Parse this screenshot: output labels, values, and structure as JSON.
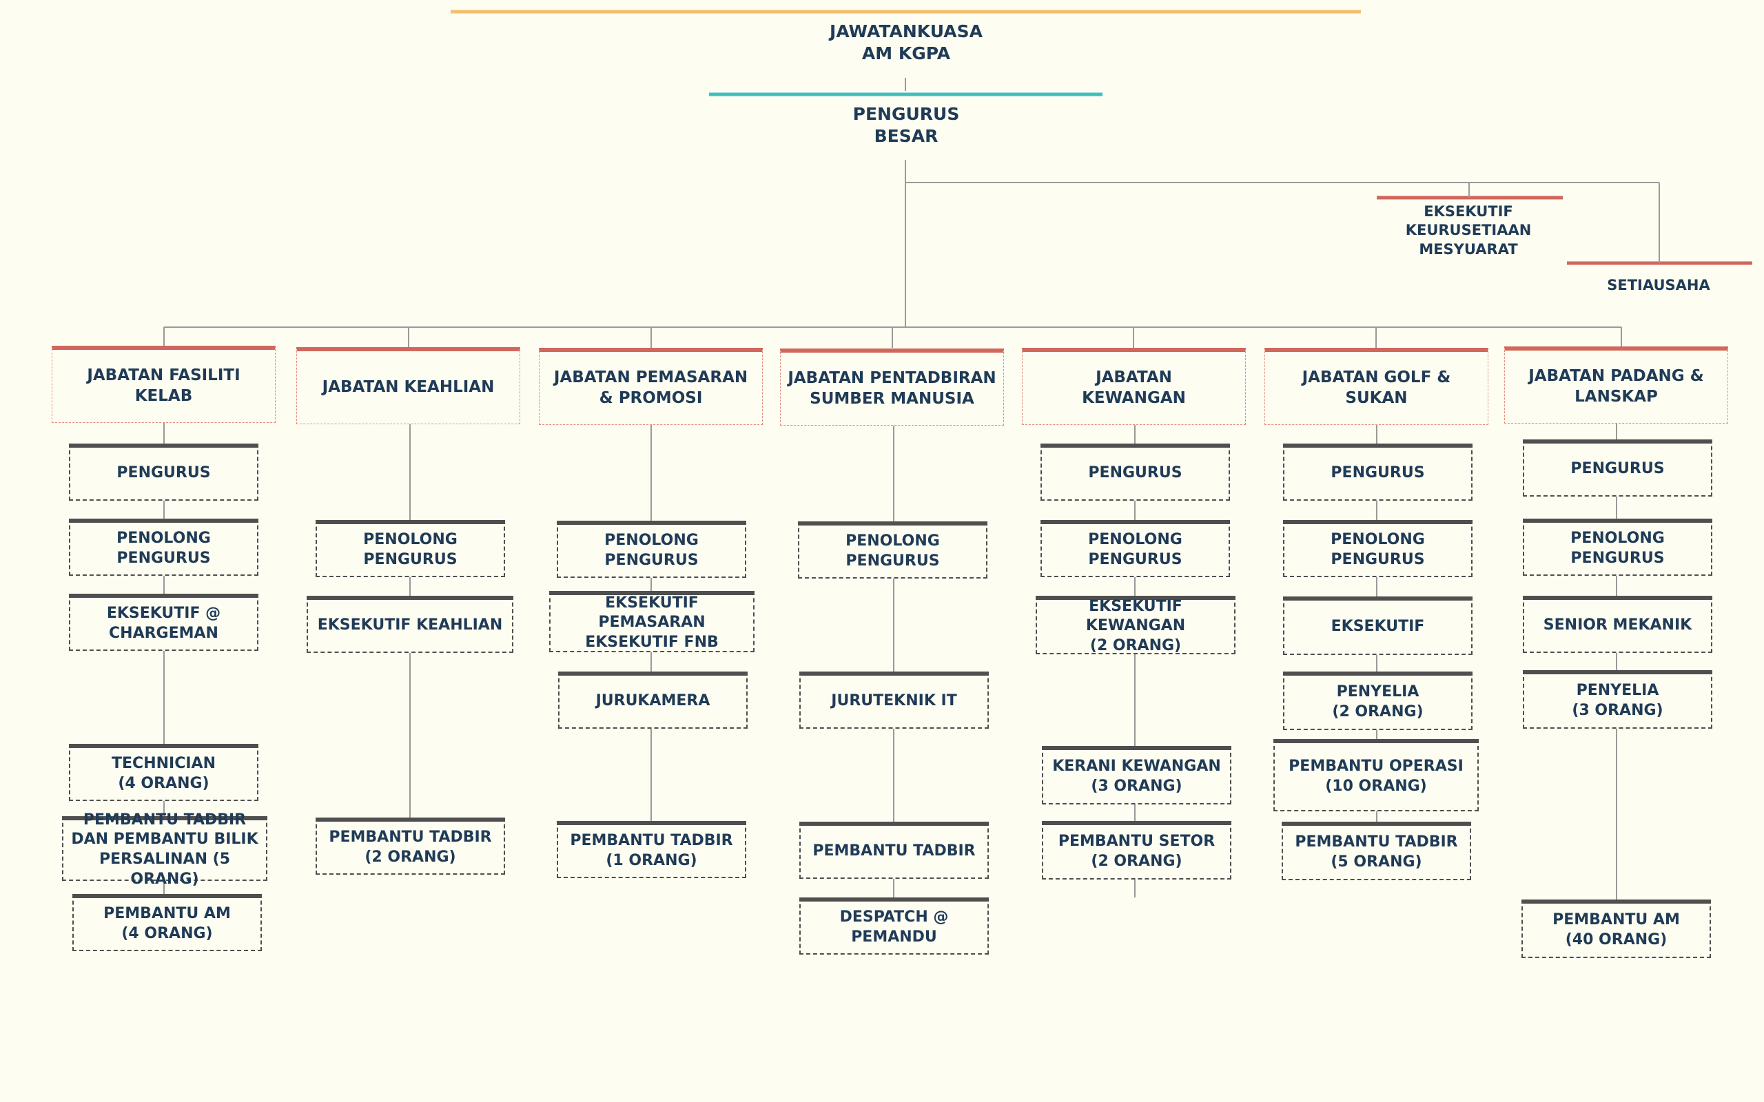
{
  "top": {
    "committee": "JAWATANKUASA\nAM KGPA",
    "general_manager": "PENGURUS\nBESAR",
    "exec_secretariat": "EKSEKUTIF\nKEURUSETIAAN\nMESYUARAT",
    "secretary": "SETIAUSAHA"
  },
  "colors": {
    "background": "#fefdf2",
    "text": "#1f3b57",
    "top_line": "#f3c06a",
    "gm_line": "#3cc1bf",
    "dept_accent": "#d0675c",
    "position_border": "#4f4f4f",
    "connector": "#9a9a9a"
  },
  "departments": [
    {
      "name": "JABATAN FASILITI\nKELAB",
      "positions": [
        "PENGURUS",
        "PENOLONG\nPENGURUS",
        "EKSEKUTIF @\nCHARGEMAN",
        "TECHNICIAN\n(4 ORANG)",
        "PEMBANTU TADBIR\nDAN PEMBANTU BILIK\nPERSALINAN (5 ORANG)",
        "PEMBANTU AM\n(4 ORANG)"
      ]
    },
    {
      "name": "JABATAN KEAHLIAN",
      "positions": [
        "PENOLONG\nPENGURUS",
        "EKSEKUTIF KEAHLIAN",
        "PEMBANTU TADBIR\n(2 ORANG)"
      ]
    },
    {
      "name": "JABATAN PEMASARAN\n& PROMOSI",
      "positions": [
        "PENOLONG\nPENGURUS",
        "EKSEKUTIF PEMASARAN\nEKSEKUTIF FNB",
        "JURUKAMERA",
        "PEMBANTU TADBIR\n(1 ORANG)"
      ]
    },
    {
      "name": "JABATAN PENTADBIRAN\nSUMBER MANUSIA",
      "positions": [
        "PENOLONG\nPENGURUS",
        "JURUTEKNIK IT",
        "PEMBANTU TADBIR",
        "DESPATCH @\nPEMANDU"
      ]
    },
    {
      "name": "JABATAN\nKEWANGAN",
      "positions": [
        "PENGURUS",
        "PENOLONG\nPENGURUS",
        "EKSEKUTIF KEWANGAN\n(2 ORANG)",
        "KERANI KEWANGAN\n(3 ORANG)",
        "PEMBANTU SETOR\n(2 ORANG)"
      ]
    },
    {
      "name": "JABATAN GOLF &\nSUKAN",
      "positions": [
        "PENGURUS",
        "PENOLONG\nPENGURUS",
        "EKSEKUTIF",
        "PENYELIA\n(2 ORANG)",
        "PEMBANTU OPERASI\n(10 ORANG)",
        "PEMBANTU TADBIR\n(5 ORANG)"
      ]
    },
    {
      "name": "JABATAN PADANG &\nLANSKAP",
      "positions": [
        "PENGURUS",
        "PENOLONG\nPENGURUS",
        "SENIOR MEKANIK",
        "PENYELIA\n(3 ORANG)",
        "PEMBANTU AM\n(40 ORANG)"
      ]
    }
  ]
}
